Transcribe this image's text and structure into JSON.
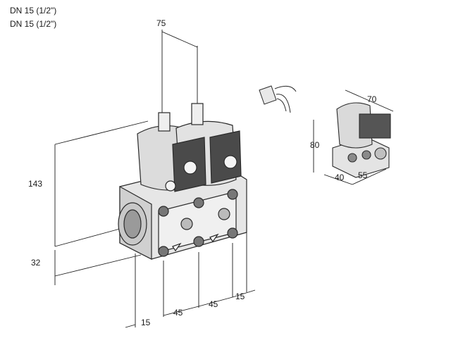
{
  "header": {
    "line1": "DN 15 (1/2\")",
    "line2": "DN 15 (1/2\")"
  },
  "dimensions": {
    "top_width": "75",
    "height": "143",
    "base_offset": "32",
    "left_offset": "15",
    "spacing_1": "45",
    "spacing_2": "45",
    "right_offset": "15"
  },
  "detail_dimensions": {
    "width": "70",
    "height": "80",
    "depth_1": "40",
    "depth_2": "55"
  }
}
